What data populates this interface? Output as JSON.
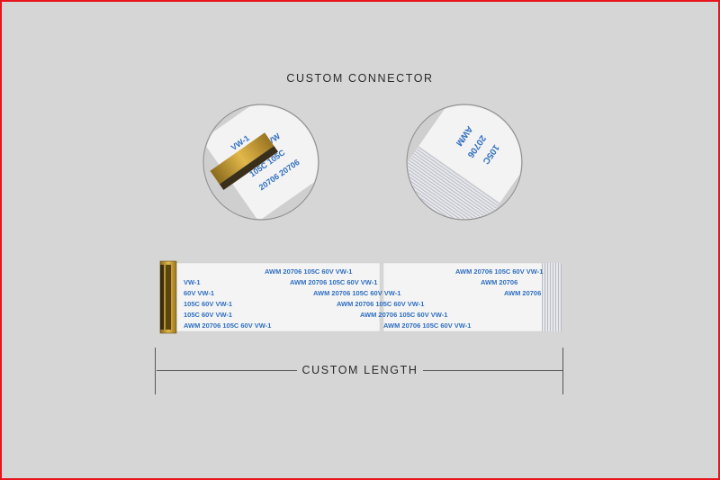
{
  "labels": {
    "top_caption": "CUSTOM CONNECTOR",
    "bottom_caption": "CUSTOM LENGTH"
  },
  "cable_print": {
    "line_a": "AWM 20706 105C 60V VW-1",
    "line_b": "VW-1",
    "line_c": "60V VW-1",
    "line_d": "105C 60V VW-1",
    "line_e": "AWM 20706",
    "line_f": "AWM 20706 105C 60V VW-1",
    "zoom_left_a": "VW-1",
    "zoom_left_b": "60V 60V VW",
    "zoom_left_c": "105C 105C",
    "zoom_left_d": "20706 20706",
    "zoom_right_a": "AWM",
    "zoom_right_b": "20706",
    "zoom_right_c": "105C"
  },
  "colors": {
    "frame_border": "#e8141b",
    "background": "#d6d6d6",
    "cable": "#f4f4f4",
    "print": "#2f6fc0",
    "gold": "#c99a2e"
  }
}
